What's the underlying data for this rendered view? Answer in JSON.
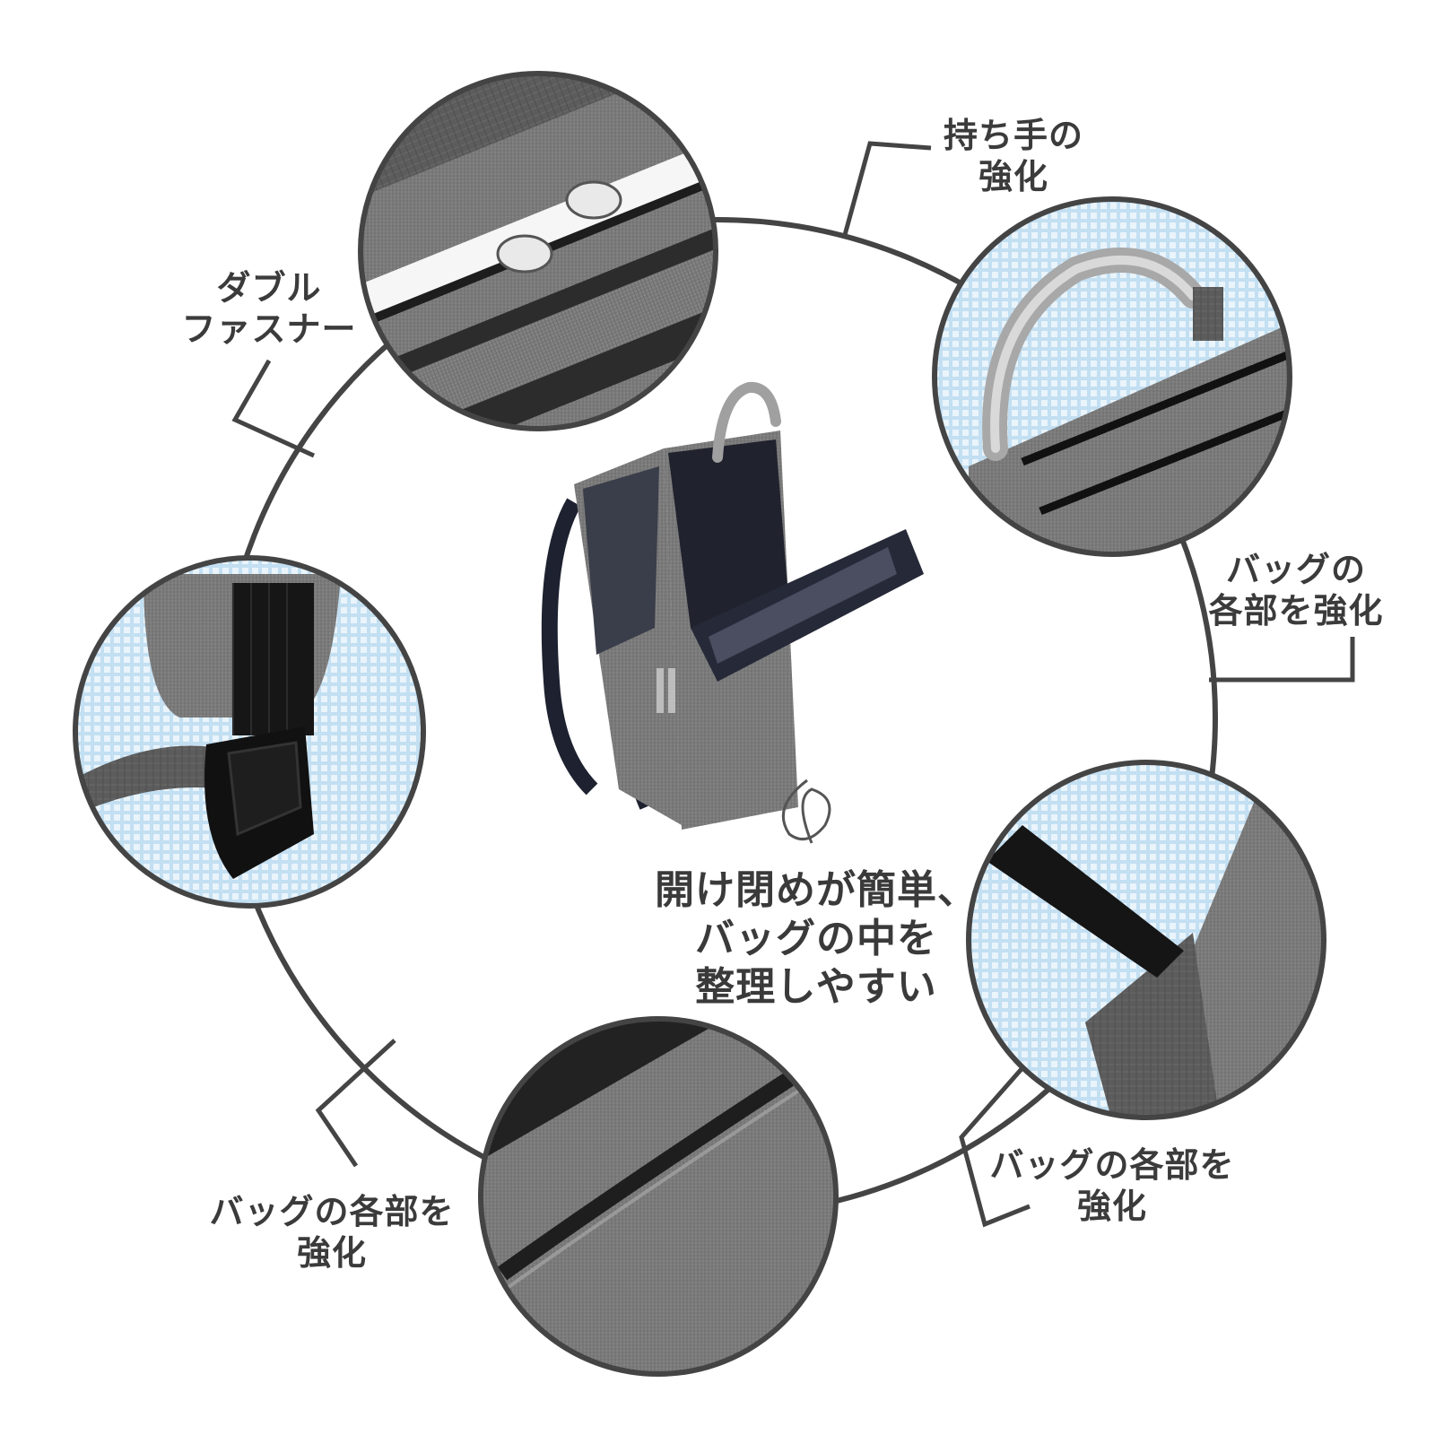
{
  "callouts": {
    "double_zipper": [
      "ダブル",
      "ファスナー"
    ],
    "handle": [
      "持ち手の",
      "強化"
    ],
    "parts_right": [
      "バッグの",
      "各部を強化"
    ],
    "parts_bottom_right": [
      "バッグの各部を",
      "強化"
    ],
    "parts_bottom_left": [
      "バッグの各部を",
      "強化"
    ]
  },
  "center_caption": [
    "開け閉めが簡単、",
    "バッグの中を",
    "整理しやすい"
  ],
  "colors": {
    "ring": "#444444",
    "text": "#3b3b3b",
    "fabric": "#7a7a7a",
    "mesh": "#dcecf7"
  }
}
